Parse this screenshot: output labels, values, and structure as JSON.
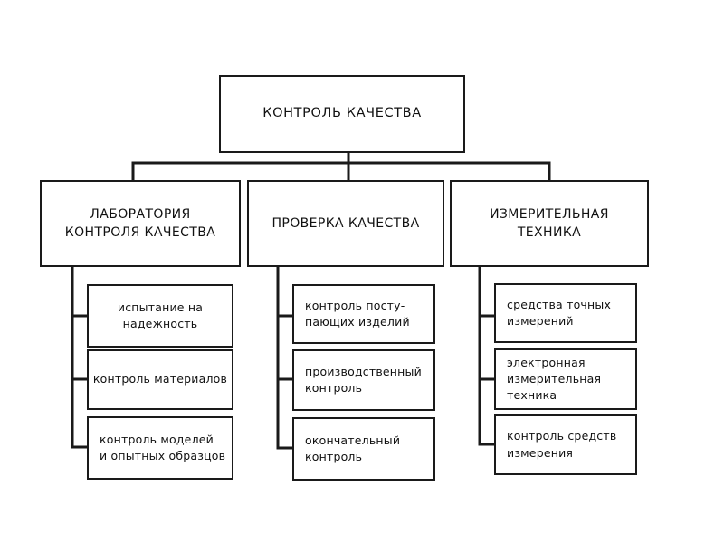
{
  "root": {
    "label": "КОНТРОЛЬ КАЧЕСТВА"
  },
  "branches": [
    {
      "label": "ЛАБОРАТОРИЯ\nКОНТРОЛЯ КАЧЕСТВА",
      "items": [
        {
          "label": "испытание на\nнадежность"
        },
        {
          "label": "контроль материалов"
        },
        {
          "label": "контроль моделей\nи опытных образцов"
        }
      ]
    },
    {
      "label": "ПРОВЕРКА КАЧЕСТВА",
      "items": [
        {
          "label": "контроль посту-\nпающих изделий"
        },
        {
          "label": "производственный\nконтроль"
        },
        {
          "label": "окончательный\nконтроль"
        }
      ]
    },
    {
      "label": "ИЗМЕРИТЕЛЬНАЯ\nТЕХНИКА",
      "items": [
        {
          "label": "средства точных\nизмерений"
        },
        {
          "label": "электронная\nизмерительная\nтехника"
        },
        {
          "label": "контроль средств\nизмерения"
        }
      ]
    }
  ]
}
